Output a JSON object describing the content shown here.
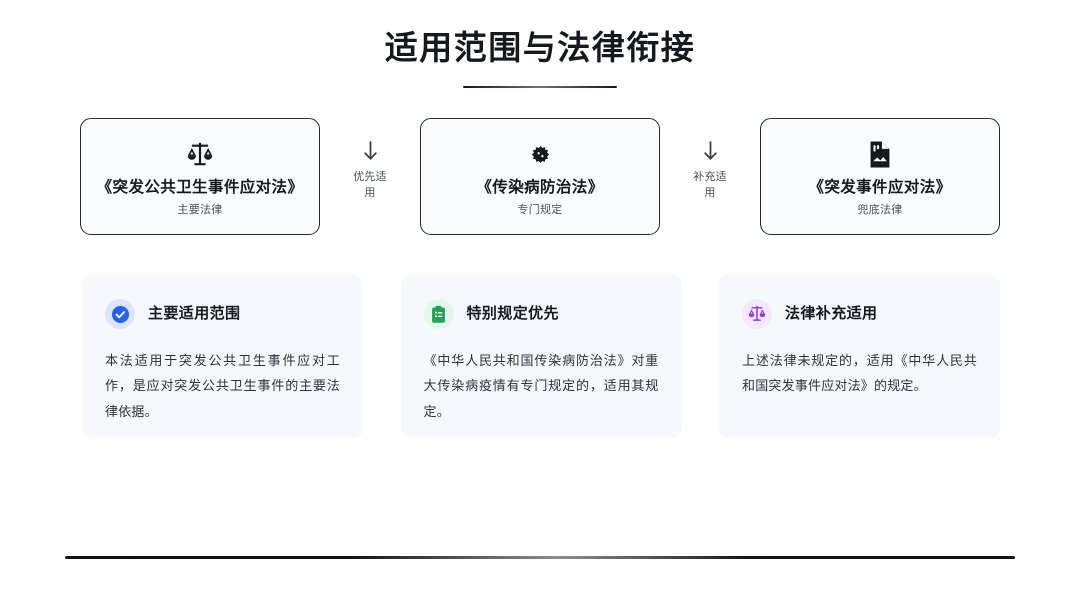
{
  "header": {
    "title": "适用范围与法律衔接"
  },
  "law_chain": {
    "cards": [
      {
        "icon": "scales-of-justice-icon",
        "name": "《突发公共卫生事件应对法》",
        "subtitle": "主要法律"
      },
      {
        "icon": "virus-icon",
        "name": "《传染病防治法》",
        "subtitle": "专门规定"
      },
      {
        "icon": "document-icon",
        "name": "《突发事件应对法》",
        "subtitle": "兜底法律"
      }
    ],
    "connectors": [
      {
        "icon": "arrow-down-icon",
        "label": "优先适用"
      },
      {
        "icon": "arrow-down-icon",
        "label": "补充适用"
      }
    ]
  },
  "details": {
    "cards": [
      {
        "icon": "check-circle-icon",
        "title": "主要适用范围",
        "body": "本法适用于突发公共卫生事件应对工作，是应对突发公共卫生事件的主要法律依据。",
        "accent": "#2563eb",
        "accent_bg": "#dce5fe"
      },
      {
        "icon": "clipboard-icon",
        "title": "特别规定优先",
        "body": "《中华人民共和国传染病防治法》对重大传染病疫情有专门规定的，适用其规定。",
        "accent": "#22a35a",
        "accent_bg": "#e4f7ec"
      },
      {
        "icon": "scales-of-justice-icon",
        "title": "法律补充适用",
        "body": "上述法律未规定的，适用《中华人民共和国突发事件应对法》的规定。",
        "accent": "#9333ea",
        "accent_bg": "#f3e8fd"
      }
    ]
  },
  "colors": {
    "page_bg": "#ffffff",
    "text_primary": "#14181f",
    "text_secondary": "#4a5059",
    "card_border": "#262a30",
    "detail_card_bg": "#f7f8fb"
  }
}
